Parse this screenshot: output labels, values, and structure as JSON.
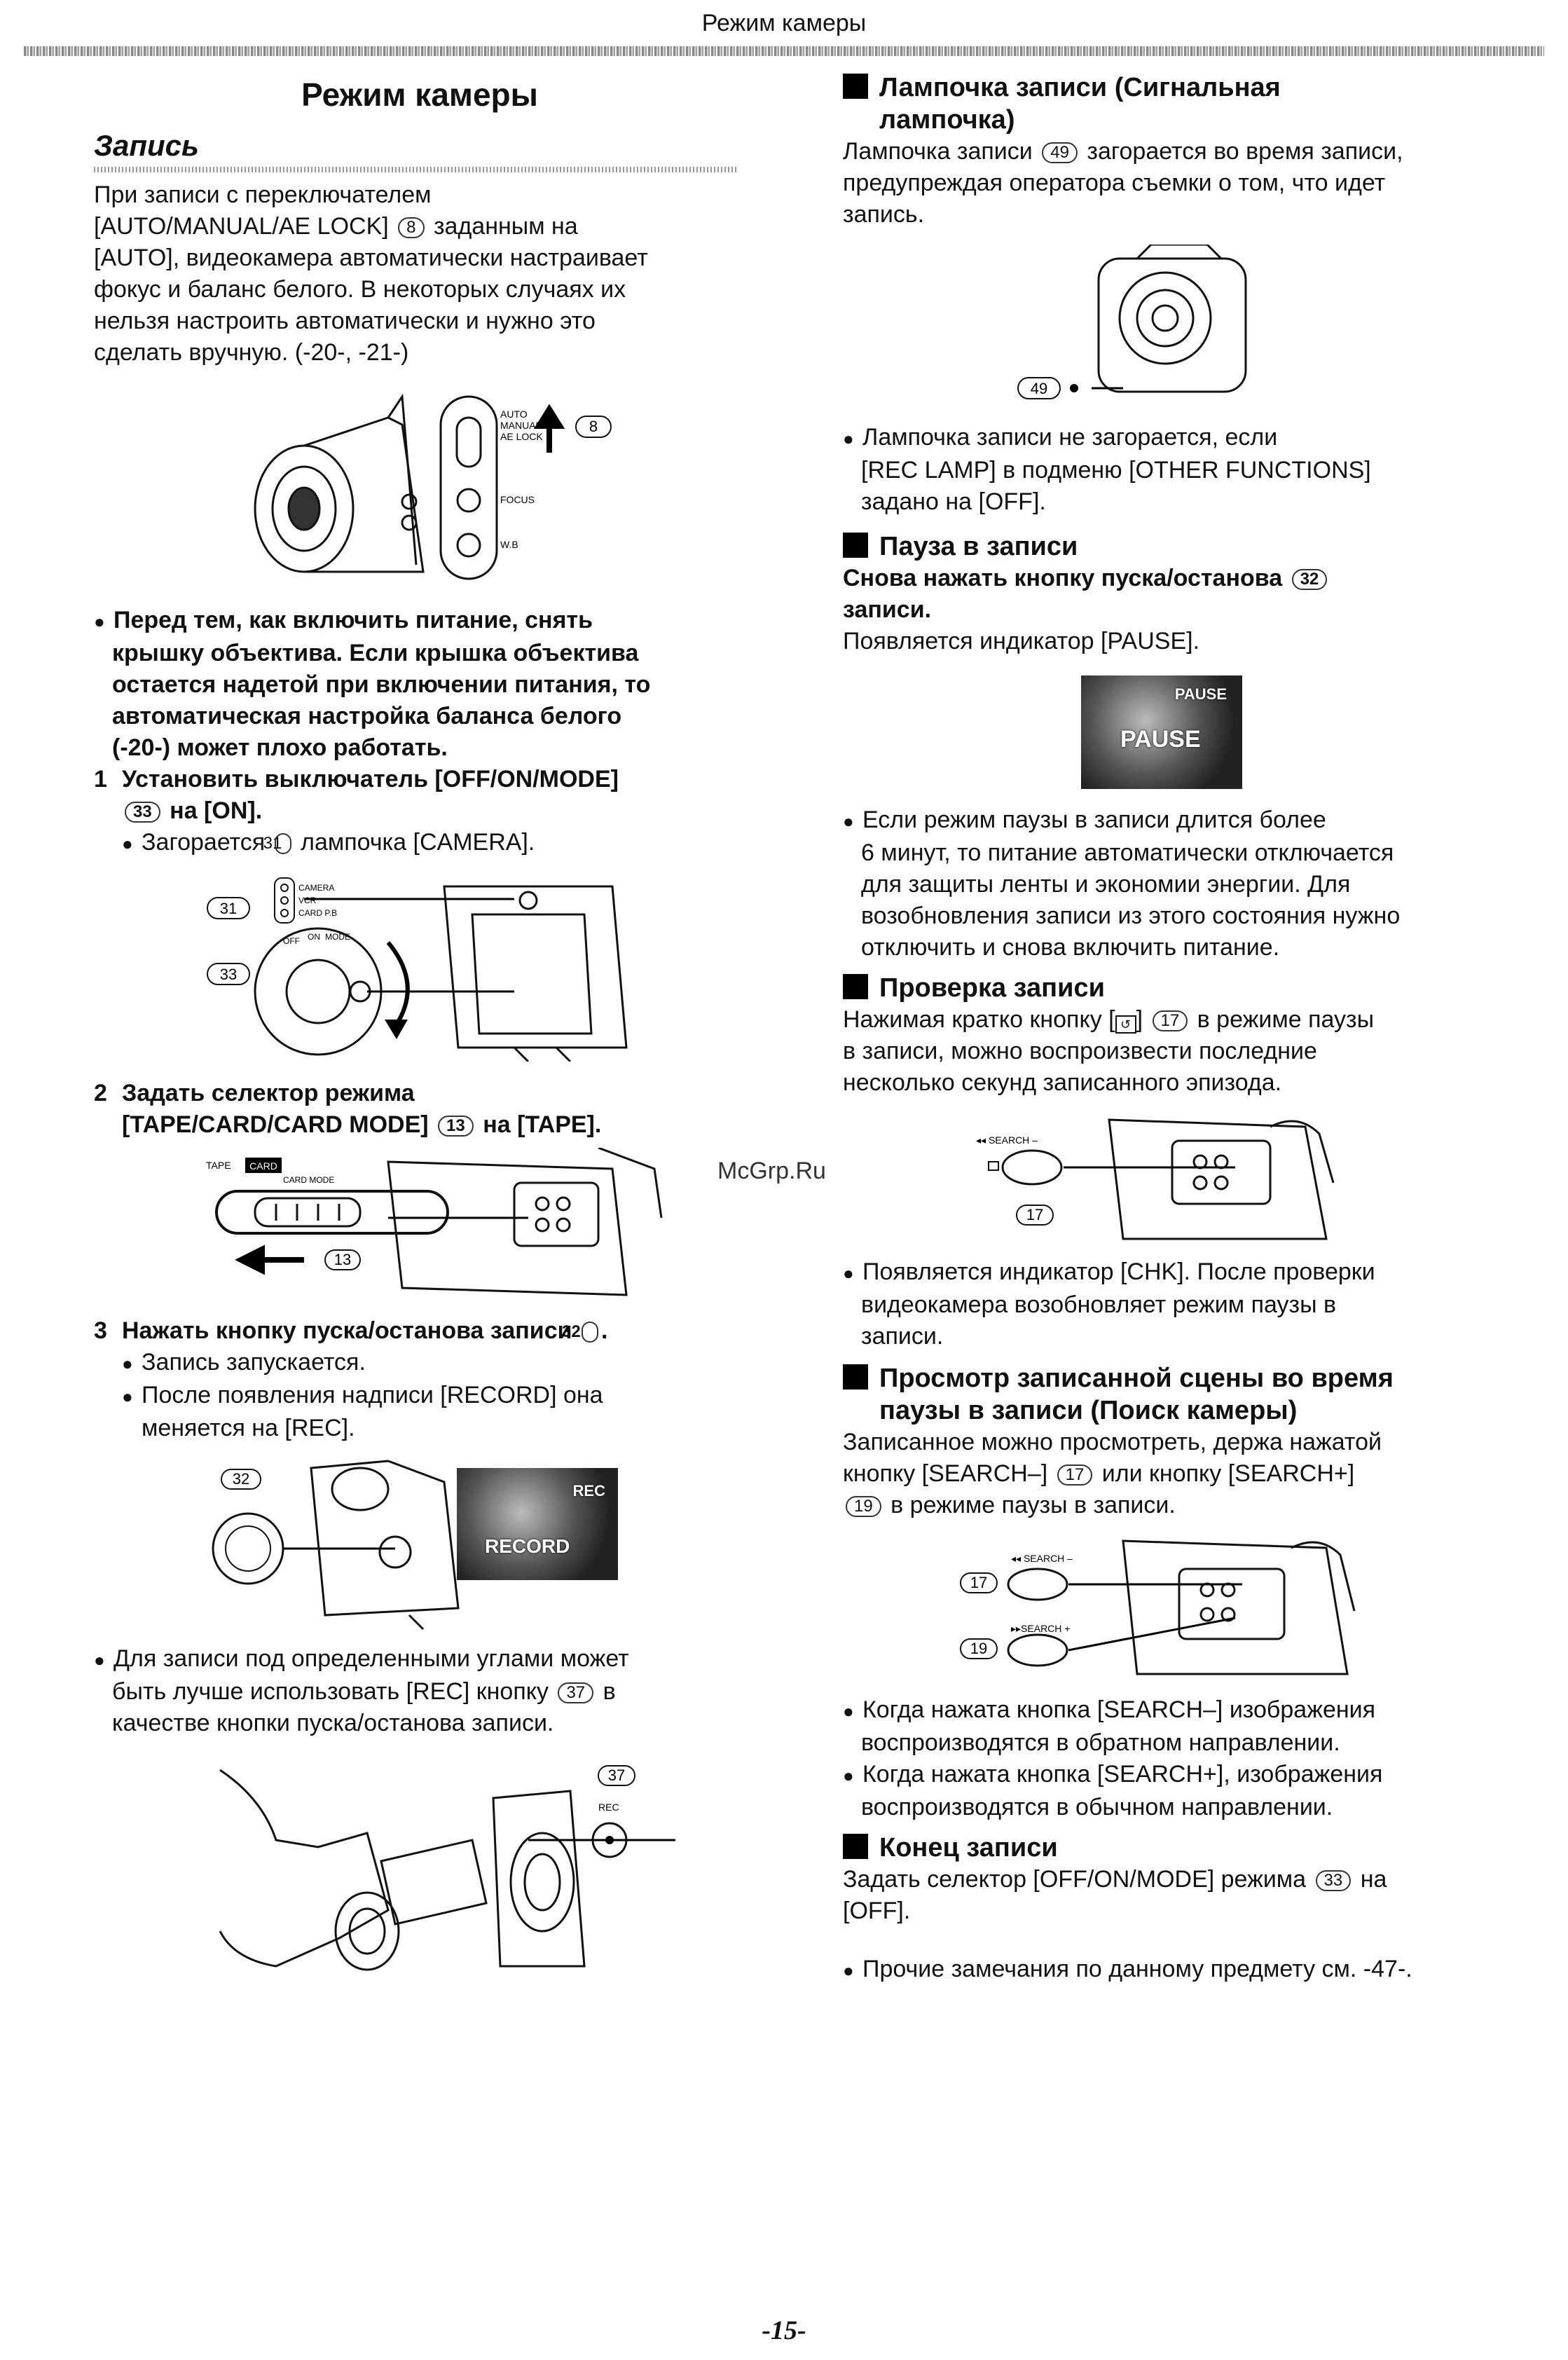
{
  "header": {
    "running_title": "Режим камеры"
  },
  "left": {
    "page_title": "Режим камеры",
    "section_title": "Запись",
    "intro_lines": [
      "При записи с переключателем",
      "[AUTO/MANUAL/AE LOCK]",
      "заданным на",
      "[AUTO], видеокамера автоматически настраивает",
      "фокус и баланс белого. В некоторых случаях их",
      "нельзя настроить автоматически и нужно это",
      "сделать вручную. (-20-, -21-)"
    ],
    "ref_8": "8",
    "fig1": {
      "labels": [
        "AUTO",
        "MANUAL",
        "AE LOCK",
        "FOCUS",
        "W.B"
      ],
      "ref": "8"
    },
    "warning_lines": [
      "Перед тем, как включить питание, снять",
      "крышку объектива. Если крышка объектива",
      "остается надетой при включении питания, то",
      "автоматическая настройка баланса белого",
      "(-20-) может плохо работать."
    ],
    "step1": {
      "num": "1",
      "line1": "Установить выключатель [OFF/ON/MODE]",
      "ref": "33",
      "line2": "на [ON].",
      "sub_pre": "Загорается",
      "sub_ref": "31",
      "sub_post": "лампочка [CAMERA]."
    },
    "fig2": {
      "refs": [
        "31",
        "33"
      ],
      "labels": [
        "CAMERA",
        "VCR",
        "CARD P.B",
        "OFF",
        "ON",
        "MODE"
      ]
    },
    "step2": {
      "num": "2",
      "line1": "Задать селектор режима",
      "line2_pre": "[TAPE/CARD/CARD MODE]",
      "ref": "13",
      "line2_post": "на [TAPE]."
    },
    "fig3": {
      "labels": [
        "TAPE",
        "CARD",
        "CARD MODE"
      ],
      "ref": "13"
    },
    "step3": {
      "num": "3",
      "line1_pre": "Нажать кнопку пуска/останова записи",
      "ref": "32",
      "subs": [
        "Запись запускается.",
        "После появления надписи [RECORD] она",
        "меняется на [REC]."
      ]
    },
    "fig4": {
      "ref": "32",
      "osd": [
        "REC",
        "RECORD"
      ]
    },
    "angle_lines": [
      "Для записи под определенными углами может",
      "быть лучше использовать [REC] кнопку",
      "в",
      "качестве кнопки пуска/останова записи."
    ],
    "ref_37": "37",
    "fig5": {
      "ref": "37",
      "label": "REC"
    }
  },
  "right": {
    "lamp": {
      "title_l1": "Лампочка записи (Сигнальная",
      "title_l2": "лампочка)",
      "p_pre": "Лампочка записи",
      "ref": "49",
      "p_lines": [
        "загорается во время записи,",
        "предупреждая оператора съемки о том, что идет",
        "запись."
      ],
      "bullet_lines": [
        "Лампочка записи не загорается, если",
        "[REC LAMP] в подменю [OTHER FUNCTIONS]",
        "задано на [OFF]."
      ]
    },
    "pause": {
      "title": "Пауза в записи",
      "bold_pre": "Снова нажать кнопку пуска/останова",
      "ref": "32",
      "bold_l2": "записи.",
      "p": "Появляется индикатор [PAUSE].",
      "osd": [
        "PAUSE",
        "PAUSE"
      ],
      "bullet_lines": [
        "Если режим паузы в записи длится более",
        "6 минут, то питание автоматически отключается",
        "для защиты ленты и экономии энергии. Для",
        "возобновления записи из этого состояния нужно",
        "отключить и снова включить питание."
      ]
    },
    "check": {
      "title": "Проверка записи",
      "p_pre": "Нажимая кратко кнопку [",
      "p_mid": "]",
      "ref": "17",
      "p_l1_post": "в режиме паузы",
      "p_lines": [
        "в записи, можно воспроизвести последние",
        "несколько секунд записанного эпизода."
      ],
      "fig_labels": [
        "◂◂ SEARCH –"
      ],
      "fig_ref": "17",
      "bullet_lines": [
        "Появляется индикатор [CHK]. После проверки",
        "видеокамера возобновляет режим паузы в",
        "записи."
      ]
    },
    "search": {
      "title_l1": "Просмотр записанной сцены во время",
      "title_l2": "паузы в записи (Поиск камеры)",
      "p_l1": "Записанное можно просмотреть, держа нажатой",
      "p_l2_pre": "кнопку [SEARCH–]",
      "ref17": "17",
      "p_l2_post": "или кнопку [SEARCH+]",
      "ref19": "19",
      "p_l3": "в режиме паузы в записи.",
      "fig_labels": [
        "◂◂ SEARCH –",
        "▸▸SEARCH +"
      ],
      "bullets": [
        [
          "Когда нажата кнопка [SEARCH–] изображения",
          "воспроизводятся в обратном направлении."
        ],
        [
          "Когда нажата кнопка [SEARCH+], изображения",
          "воспроизводятся в обычном направлении."
        ]
      ]
    },
    "end": {
      "title": "Конец записи",
      "p_pre": "Задать селектор [OFF/ON/MODE] режима",
      "ref": "33",
      "p_post": "на",
      "p_l2": "[OFF].",
      "note": "Прочие замечания по данному предмету см. -47-."
    }
  },
  "watermark": "McGrp.Ru",
  "page_number": "-15-"
}
